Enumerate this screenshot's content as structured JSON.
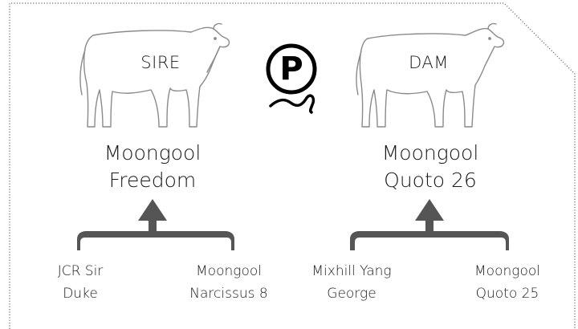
{
  "sire": {
    "label": "SIRE",
    "name_line1": "Moongool",
    "name_line2": "Freedom",
    "parents": [
      {
        "line1": "JCR Sir",
        "line2": "Duke"
      },
      {
        "line1": "Moongool",
        "line2": "Narcissus 8"
      }
    ]
  },
  "dam": {
    "label": "DAM",
    "name_line1": "Moongool",
    "name_line2": "Quoto 26",
    "parents": [
      {
        "line1": "Mixhill Yang",
        "line2": "George"
      },
      {
        "line1": "Moongool",
        "line2": "Quoto 25"
      }
    ]
  },
  "logo": {
    "letter": "P"
  },
  "colors": {
    "text": "#1a1a1a",
    "bracket": "#555555",
    "outline": "#888888",
    "border": "#666666"
  },
  "icons": [
    "bull-icon",
    "cow-icon",
    "polled-logo-icon",
    "tail-squiggle-icon"
  ]
}
